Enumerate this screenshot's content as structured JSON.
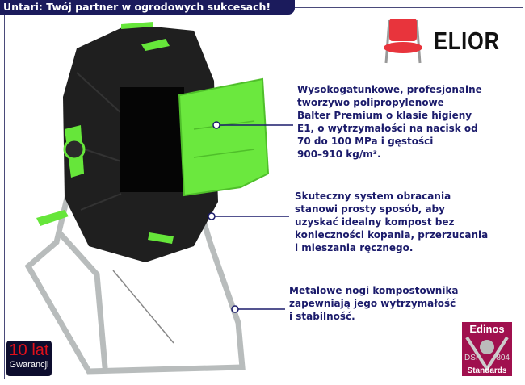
{
  "banner": {
    "title": "Untari: Twój partner w ogrodowych sukcesach!"
  },
  "brand": {
    "name": "ELIOR",
    "logo_icon": "red-chair-icon"
  },
  "features": [
    {
      "text": "Wysokogatunkowe, profesjonalne\ntworzywo polipropylenowe\nBalter Premium o klasie higieny\nE1, o wytrzymałości na nacisk od\n70 do 100 MPa i gęstości\n900–910 kg/m³."
    },
    {
      "text": "Skuteczny system obracania\nstanowi prosty sposób, aby\nuzyskać idealny kompost bez\nkonieczności kopania, przerzucania\ni mieszania ręcznego."
    },
    {
      "text": "Metalowe nogi kompostownika\nzapewniają jego wytrzymałość\ni stabilność."
    }
  ],
  "warranty": {
    "big": "10 lat",
    "small": "Gwarancji"
  },
  "certificate": {
    "name": "Edinos",
    "left": "DSI",
    "right": "804",
    "bottom": "Standards"
  },
  "colors": {
    "banner": "#1b1b5c",
    "text": "#1b1b6b",
    "accent_green": "#66e63a",
    "certificate": "#a0104e"
  }
}
